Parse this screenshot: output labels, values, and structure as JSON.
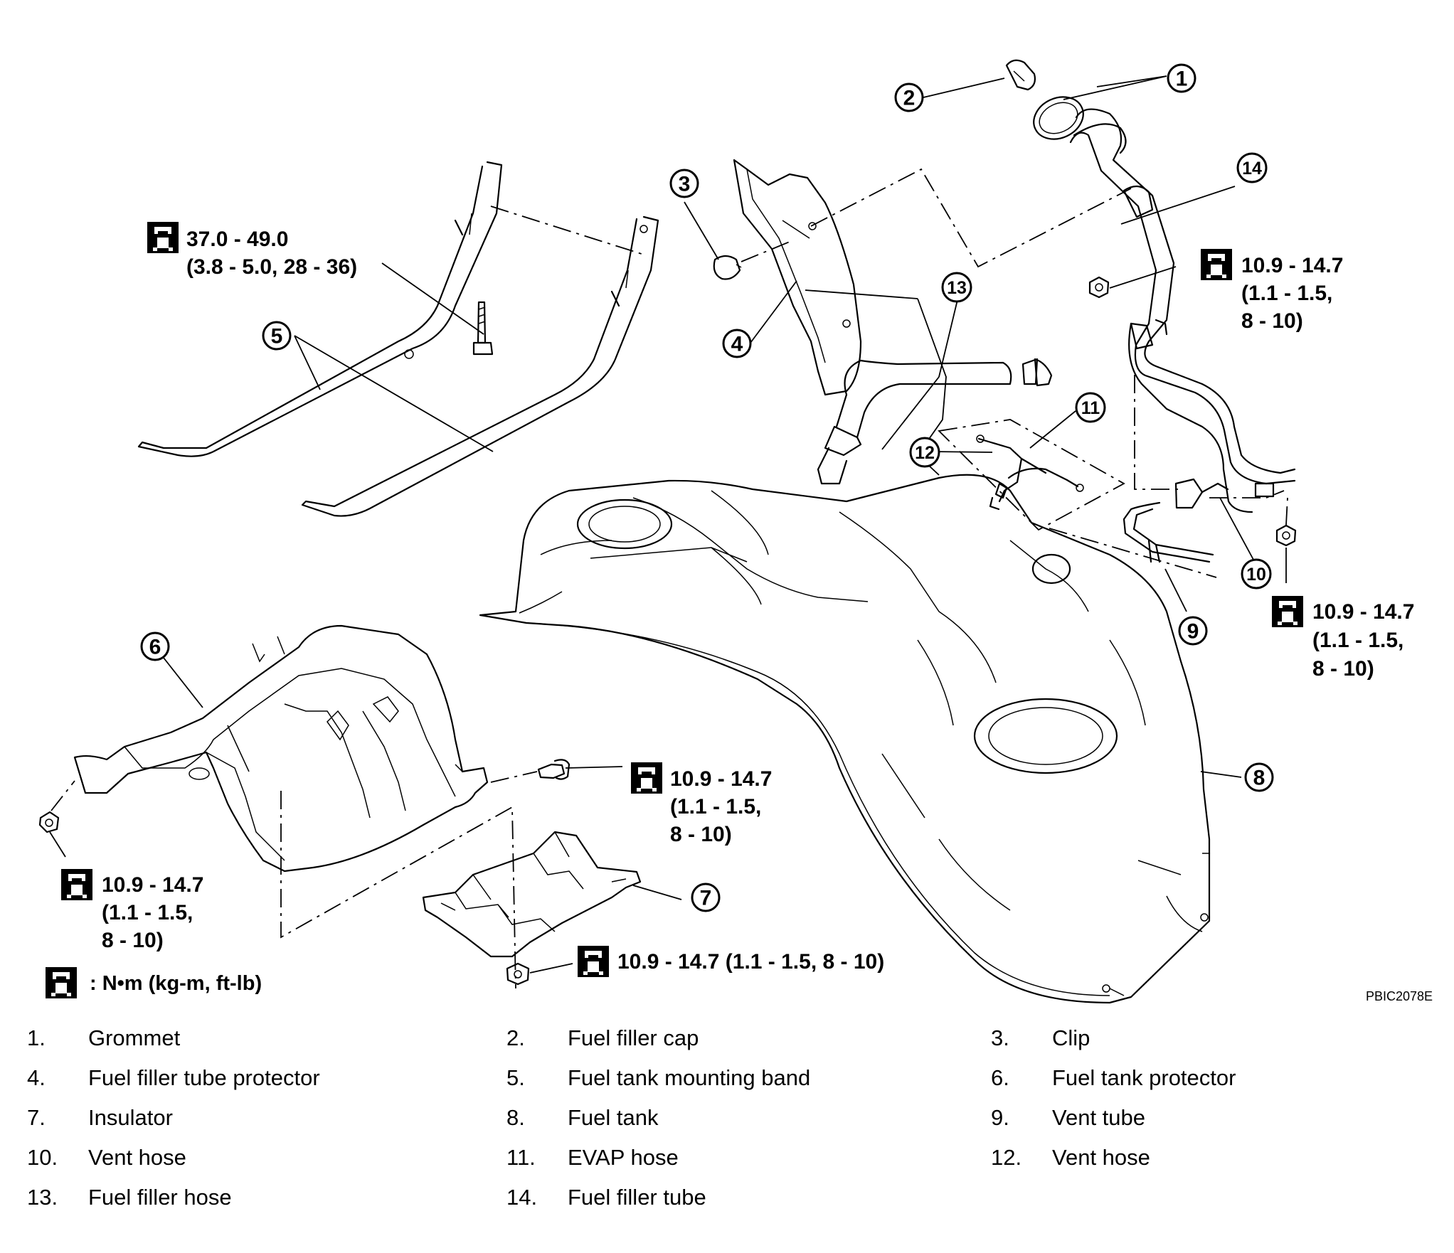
{
  "callouts": [
    "1",
    "2",
    "3",
    "4",
    "5",
    "6",
    "7",
    "8",
    "9",
    "10",
    "11",
    "12",
    "13",
    "14"
  ],
  "torque_labels": {
    "band_bolt": [
      "37.0 - 49.0",
      "(3.8 - 5.0, 28 - 36)"
    ],
    "filler_tube_nut": [
      "10.9 - 14.7",
      "(1.1 - 1.5,",
      "8 - 10)"
    ],
    "vent_nut": [
      "10.9 - 14.7",
      "(1.1 - 1.5,",
      "8 - 10)"
    ],
    "protector_bolt": [
      "10.9 - 14.7",
      "(1.1 - 1.5,",
      "8 - 10)"
    ],
    "protector_nut": [
      "10.9 - 14.7",
      "(1.1 - 1.5,",
      "8 - 10)"
    ],
    "insulator_nut": "10.9 - 14.7 (1.1 - 1.5, 8 - 10)",
    "unit_key": ": N•m  (kg-m,  ft-lb)"
  },
  "figure_ref": "PBIC2078E",
  "legend": [
    {
      "num": "1.",
      "label": "Grommet"
    },
    {
      "num": "2.",
      "label": "Fuel filler cap"
    },
    {
      "num": "3.",
      "label": "Clip"
    },
    {
      "num": "4.",
      "label": "Fuel filler tube protector"
    },
    {
      "num": "5.",
      "label": "Fuel tank mounting band"
    },
    {
      "num": "6.",
      "label": "Fuel tank protector"
    },
    {
      "num": "7.",
      "label": "Insulator"
    },
    {
      "num": "8.",
      "label": "Fuel tank"
    },
    {
      "num": "9.",
      "label": "Vent tube"
    },
    {
      "num": "10.",
      "label": "Vent hose"
    },
    {
      "num": "11.",
      "label": "EVAP hose"
    },
    {
      "num": "12.",
      "label": "Vent hose"
    },
    {
      "num": "13.",
      "label": "Fuel filler hose"
    },
    {
      "num": "14.",
      "label": "Fuel filler tube"
    }
  ]
}
